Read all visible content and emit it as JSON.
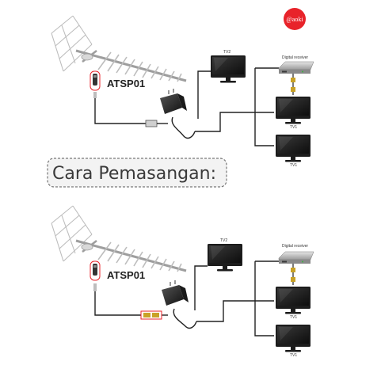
{
  "brand": {
    "logo_text": "@aoki",
    "logo_color": "#e8232a"
  },
  "section_title": "Cara Pemasangan:",
  "diagrams": [
    {
      "model_label": "ATSP01",
      "tv_main_label": "TV2",
      "receiver_label": "Digital receiver",
      "tv_right_top_label": "TV1",
      "tv_right_bottom_label": "TV1"
    },
    {
      "model_label": "ATSP01",
      "tv_main_label": "TV2",
      "receiver_label": "Digital receiver",
      "tv_right_top_label": "TV1",
      "tv_right_bottom_label": "TV1"
    }
  ],
  "colors": {
    "line": "#222222",
    "tv_bezel": "#1c1c1c",
    "adapter": "#2a2a2a",
    "antenna": "#bdbdbd"
  }
}
